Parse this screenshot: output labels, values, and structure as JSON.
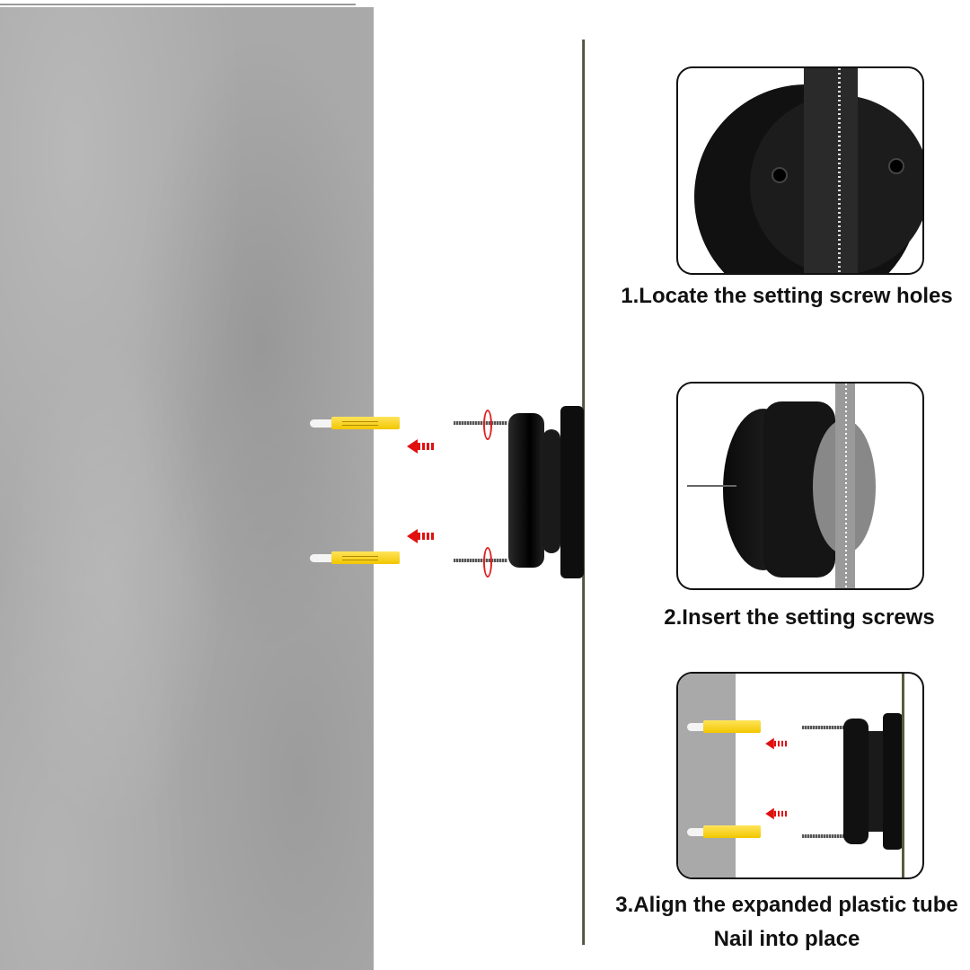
{
  "steps": [
    {
      "number": 1,
      "caption": "1.Locate the setting screw holes"
    },
    {
      "number": 2,
      "caption": "2.Insert the setting screws"
    },
    {
      "number": 3,
      "caption_line1": "3.Align the expanded plastic tube",
      "caption_line2": "Nail into place"
    }
  ],
  "colors": {
    "anchor": "#f2c600",
    "arrow": "#e01010",
    "wall": "#a9a9a9",
    "mount": "#111111"
  }
}
